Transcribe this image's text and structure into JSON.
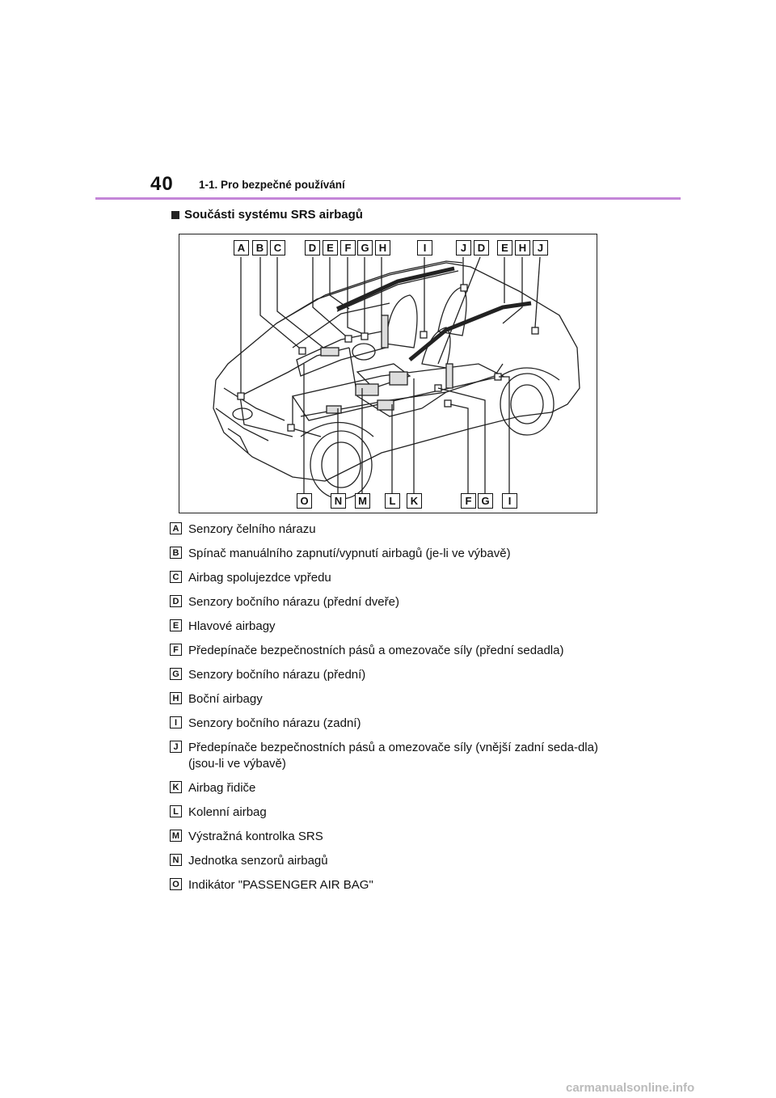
{
  "header": {
    "page_number": "40",
    "chapter": "1-1. Pro bezpečné používání"
  },
  "section": {
    "title": "Součásti systému SRS airbagů"
  },
  "diagram": {
    "top_labels": [
      "A",
      "B",
      "C",
      "D",
      "E",
      "F",
      "G",
      "H",
      "I",
      "J",
      "D",
      "E",
      "H",
      "J"
    ],
    "bottom_labels": [
      "O",
      "N",
      "M",
      "L",
      "K",
      "F",
      "G",
      "I"
    ]
  },
  "legend": [
    {
      "letter": "A",
      "text": "Senzory čelního nárazu"
    },
    {
      "letter": "B",
      "text": "Spínač manuálního zapnutí/vypnutí airbagů (je-li ve výbavě)"
    },
    {
      "letter": "C",
      "text": "Airbag spolujezdce vpředu"
    },
    {
      "letter": "D",
      "text": "Senzory bočního nárazu (přední dveře)"
    },
    {
      "letter": "E",
      "text": "Hlavové airbagy"
    },
    {
      "letter": "F",
      "text": "Předepínače bezpečnostních pásů a omezovače síly (přední sedadla)"
    },
    {
      "letter": "G",
      "text": "Senzory bočního nárazu (přední)"
    },
    {
      "letter": "H",
      "text": "Boční airbagy"
    },
    {
      "letter": "I",
      "text": "Senzory bočního nárazu (zadní)"
    },
    {
      "letter": "J",
      "text": "Předepínače bezpečnostních pásů a omezovače síly (vnější zadní seda-dla) (jsou-li ve výbavě)"
    },
    {
      "letter": "K",
      "text": "Airbag řidiče"
    },
    {
      "letter": "L",
      "text": "Kolenní airbag"
    },
    {
      "letter": "M",
      "text": "Výstražná kontrolka SRS"
    },
    {
      "letter": "N",
      "text": "Jednotka senzorů airbagů"
    },
    {
      "letter": "O",
      "text": "Indikátor \"PASSENGER AIR BAG\""
    }
  ],
  "footer": {
    "watermark": "carmanualsonline.info"
  }
}
